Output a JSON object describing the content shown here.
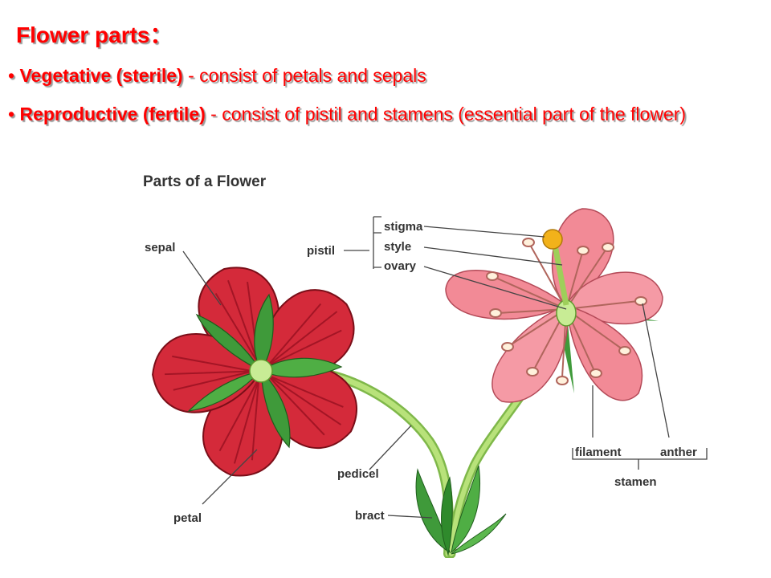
{
  "slide": {
    "heading": "Flower parts：",
    "bullets": [
      {
        "marker": "•",
        "term": "Vegetative (sterile)",
        "separator": " -  ",
        "description": "consist of petals and sepals"
      },
      {
        "marker": "•",
        "term": "Reproductive (fertile)",
        "separator": " - ",
        "description": "consist of pistil and stamens (essential part of the flower)"
      }
    ]
  },
  "diagram": {
    "title": "Parts of a Flower",
    "labels": {
      "sepal": "sepal",
      "pistil": "pistil",
      "stigma": "stigma",
      "style": "style",
      "ovary": "ovary",
      "filament": "filament",
      "anther": "anther",
      "stamen": "stamen",
      "pedicel": "pedicel",
      "bract": "bract",
      "petal": "petal"
    },
    "colors": {
      "red_petal": "#d42a3a",
      "pink_petal": "#f28a96",
      "sepal_green": "#3f9a3a",
      "stem_green": "#a8d86a",
      "stigma_yellow": "#f2b21a"
    }
  }
}
